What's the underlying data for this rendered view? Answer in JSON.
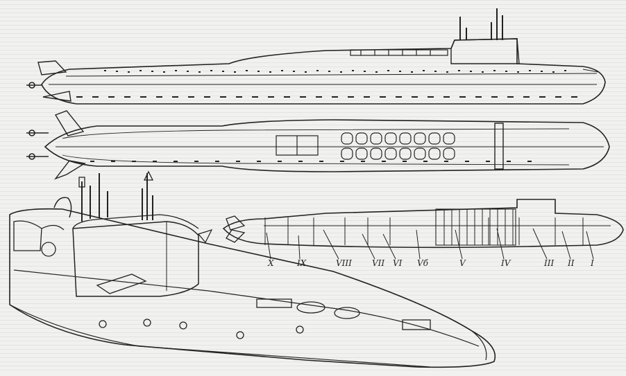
{
  "figure": {
    "background_color": "#f1f1ef",
    "ink_color": "#222222",
    "hatch_color": "#b9b9b6"
  },
  "views": {
    "side_view": "side-profile",
    "top_view": "top-plan",
    "cutaway_view": "compartment-cutaway",
    "perspective_view": "sail-perspective"
  },
  "compartments": {
    "labels": [
      "X",
      "IX",
      "VIII",
      "VII",
      "VI",
      "Vб",
      "V",
      "IV",
      "III",
      "II",
      "I"
    ]
  }
}
